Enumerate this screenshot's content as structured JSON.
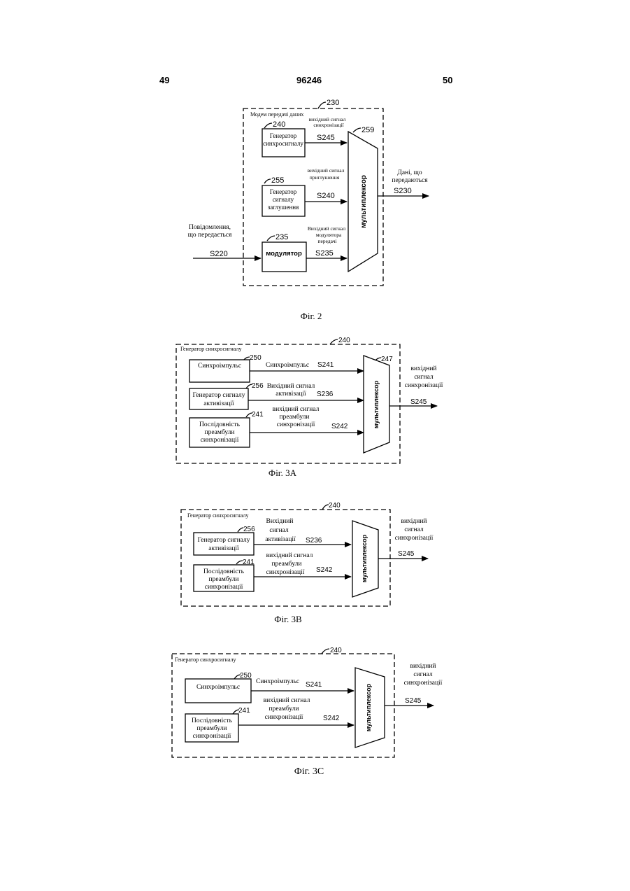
{
  "header": {
    "left_page": "49",
    "patent_number": "96246",
    "right_page": "50"
  },
  "fig2": {
    "ref_modem": "230",
    "modem_title": "Модем передачі даних",
    "sync_gen": {
      "ref": "240",
      "line1": "Генератор",
      "line2": "синхросигналу"
    },
    "sync_out_label": {
      "line1": "вихідний сигнал",
      "line2": "синхронізації"
    },
    "s245": "S245",
    "mute_gen": {
      "ref": "255",
      "line1": "Генератор",
      "line2": "сигналу",
      "line3": "заглушення"
    },
    "mute_out_label": {
      "line1": "вихідний сигнал",
      "line2": "приглушення"
    },
    "s240": "S240",
    "modulator": {
      "ref": "235",
      "label": "модулятор"
    },
    "mod_out_label": {
      "line1": "Вихідний сигнал",
      "line2": "модулятора",
      "line3": "передачі"
    },
    "s235": "S235",
    "input_label": {
      "line1": "Повідомлення,",
      "line2": "що передається"
    },
    "s220": "S220",
    "mux": {
      "ref": "259",
      "label": "мультиплексор"
    },
    "output_label": {
      "line1": "Дані, що",
      "line2": "передаються"
    },
    "s230": "S230",
    "caption": "Фіг. 2"
  },
  "fig3a": {
    "ref_gen": "240",
    "gen_title": "Генератор синхросигналу",
    "sync_pulse": {
      "ref": "250",
      "label": "Синхроімпульс"
    },
    "sync_pulse_out": "Синхроімпульс",
    "s241": "S241",
    "act_gen": {
      "ref": "256",
      "line1": "Генератор сигналу",
      "line2": "активізації"
    },
    "act_out": {
      "line1": "Вихідний сигнал",
      "line2": "активізації"
    },
    "s236": "S236",
    "preamble": {
      "ref": "241",
      "line1": "Послідовність",
      "line2": "преамбули",
      "line3": "синхронізації"
    },
    "preamble_out": {
      "line1": "вихідний сигнал",
      "line2": "преамбули",
      "line3": "синхронізації"
    },
    "s242": "S242",
    "mux": {
      "ref": "247",
      "label": "мультиплексор"
    },
    "output_label": {
      "line1": "вихідний",
      "line2": "сигнал",
      "line3": "синхронізації"
    },
    "s245": "S245",
    "caption": "Фіг. 3А"
  },
  "fig3b": {
    "ref_gen": "240",
    "gen_title": "Генератор синхросигналу",
    "act_gen": {
      "ref": "256",
      "line1": "Генератор сигналу",
      "line2": "активізації"
    },
    "act_out": {
      "line1": "Вихідний",
      "line2": "сигнал",
      "line3": "активізації"
    },
    "s236": "S236",
    "preamble": {
      "ref": "241",
      "line1": "Послідовність",
      "line2": "преамбули",
      "line3": "синхронізації"
    },
    "preamble_out": {
      "line1": "вихідний сигнал",
      "line2": "преамбули",
      "line3": "синхронізації"
    },
    "s242": "S242",
    "mux": {
      "label": "мультиплексор"
    },
    "output_label": {
      "line1": "вихідний",
      "line2": "сигнал",
      "line3": "синхронізації"
    },
    "s245": "S245",
    "caption": "Фіг. 3В"
  },
  "fig3c": {
    "ref_gen": "240",
    "gen_title": "Генератор синхросигналу",
    "sync_pulse": {
      "ref": "250",
      "label": "Синхроімпульс"
    },
    "sync_pulse_out": "Синхроімпульс",
    "s241": "S241",
    "preamble": {
      "ref": "241",
      "line1": "Послідовність",
      "line2": "преамбули",
      "line3": "синхронізації"
    },
    "preamble_out": {
      "line1": "вихідний сигнал",
      "line2": "преамбули",
      "line3": "синхронізації"
    },
    "s242": "S242",
    "mux": {
      "label": "мультиплексор"
    },
    "output_label": {
      "line1": "вихідний",
      "line2": "сигнал",
      "line3": "синхронізації"
    },
    "s245": "S245",
    "caption": "Фіг. 3С"
  }
}
